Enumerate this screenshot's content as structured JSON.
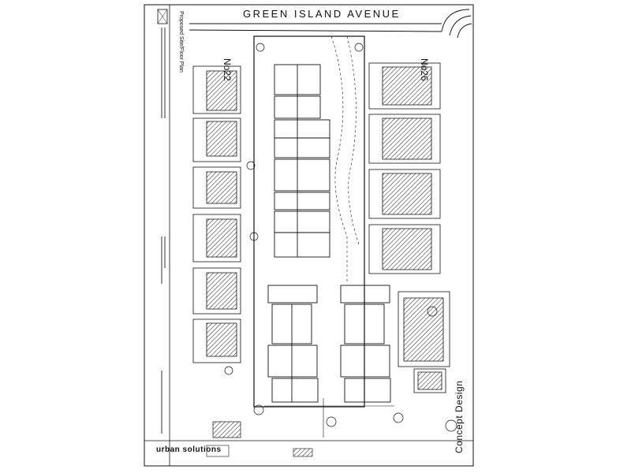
{
  "drawing": {
    "street_name": "GREEN ISLAND AVENUE",
    "subtitle": "Proposed Site/Floor Plan",
    "left_neighbour": "No22",
    "right_neighbour": "No26",
    "stage_label": "Concept Design",
    "company": "urban solutions"
  },
  "colors": {
    "line": "#111111",
    "paper": "#ffffff"
  }
}
